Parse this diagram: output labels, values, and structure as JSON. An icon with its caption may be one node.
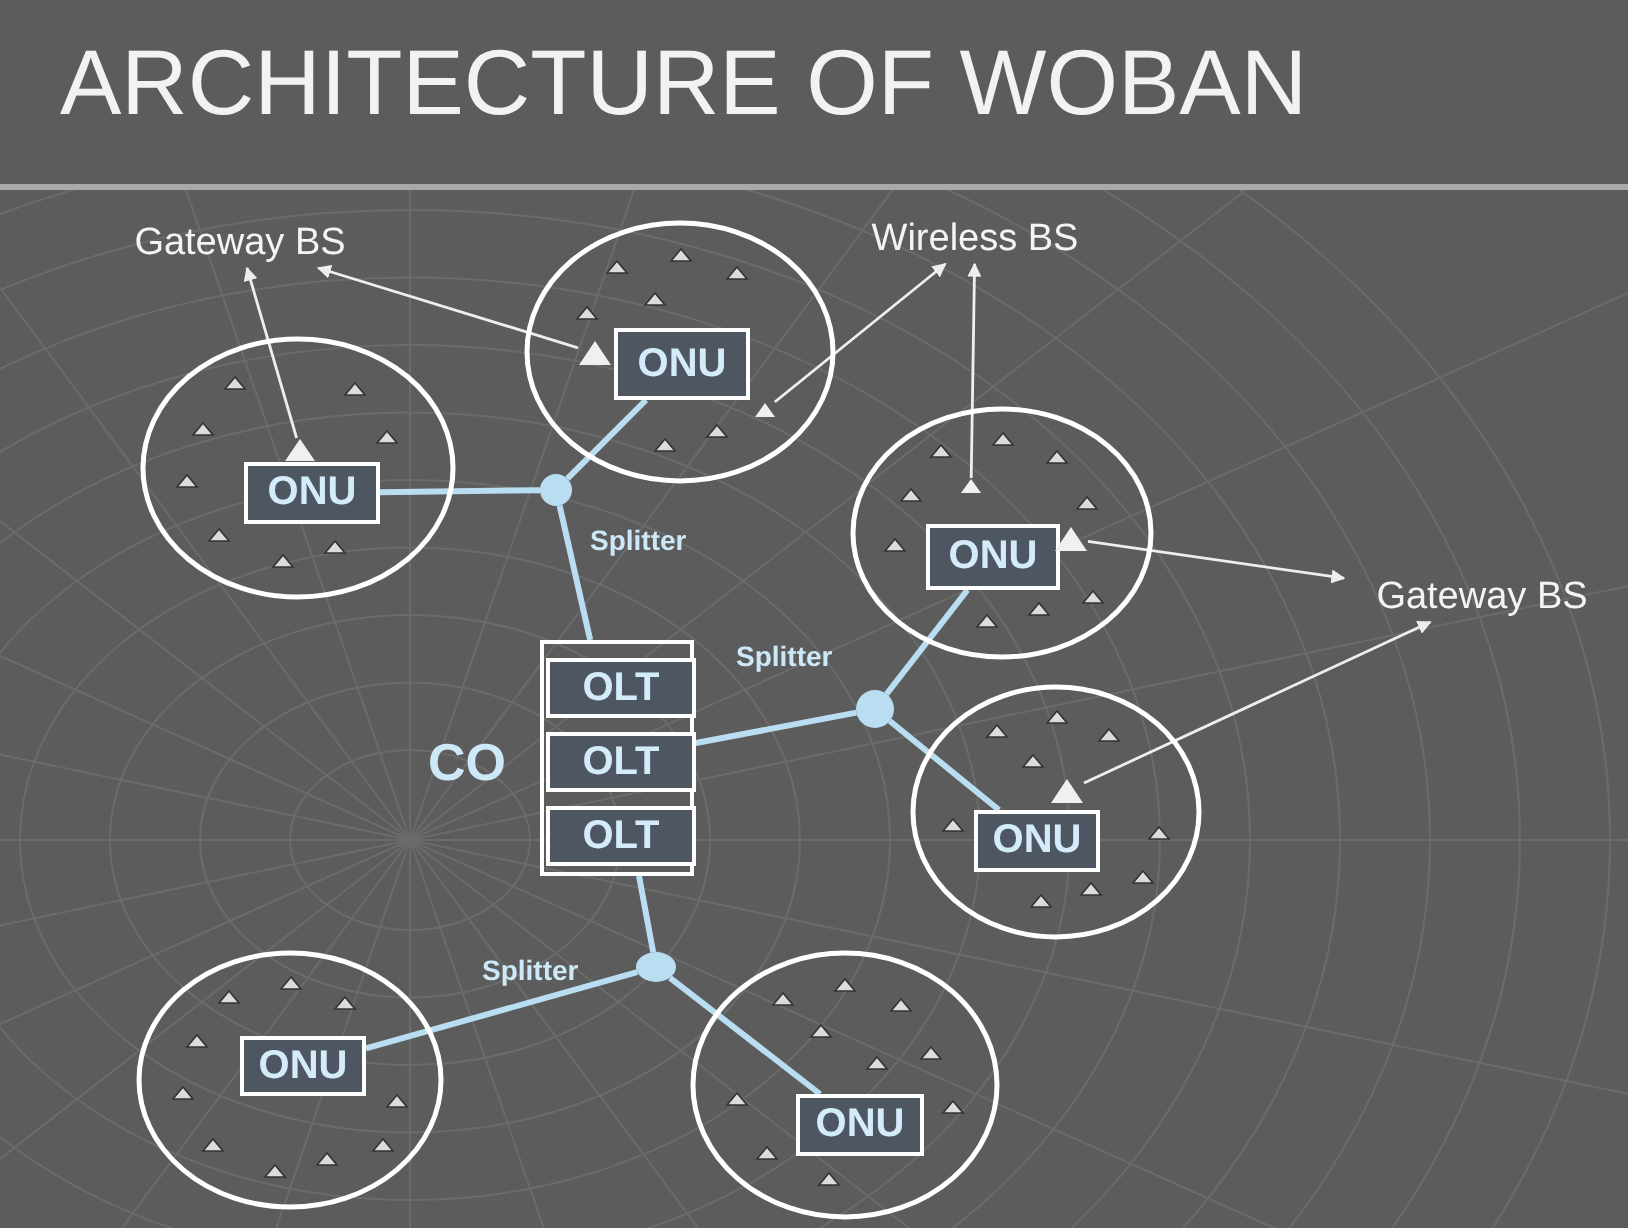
{
  "diagram": {
    "title": "ARCHITECTURE OF WOBAN",
    "nodes": [
      {
        "text": [
          "Gateway BS"
        ]
      },
      {
        "text": [
          "Wireless BS"
        ]
      },
      {
        "text": [
          "Gateway BS"
        ]
      },
      {
        "text": [],
        "shape": "circle"
      },
      {
        "text": [],
        "shape": "triangle",
        "in": 3
      },
      {
        "text": [
          "ONU"
        ],
        "in": 3
      },
      {
        "text": [],
        "shape": "circle"
      },
      {
        "text": [],
        "shape": "triangle",
        "in": 6
      },
      {
        "text": [
          "ONU"
        ],
        "in": 6
      },
      {
        "text": [],
        "shape": "triangle",
        "in": 6
      },
      {
        "text": [],
        "shape": "circle",
        "beside": [
          "Splitter"
        ]
      },
      {
        "text": [],
        "shape": "circle"
      },
      {
        "text": [],
        "shape": "triangle",
        "in": 11
      },
      {
        "text": [
          "ONU"
        ],
        "in": 11
      },
      {
        "text": [],
        "shape": "triangle",
        "in": 11
      },
      {
        "text": [],
        "shape": "box",
        "beside": [
          "CO"
        ]
      },
      {
        "text": [
          "OLT"
        ],
        "in": 15
      },
      {
        "text": [
          "OLT"
        ],
        "in": 15
      },
      {
        "text": [
          "OLT"
        ],
        "in": 15
      },
      {
        "text": [],
        "shape": "circle",
        "beside": [
          "Splitter"
        ]
      },
      {
        "text": [],
        "shape": "circle"
      },
      {
        "text": [],
        "shape": "triangle",
        "in": 20
      },
      {
        "text": [
          "ONU"
        ],
        "in": 20
      },
      {
        "text": [],
        "shape": "circle",
        "beside": [
          "Splitter"
        ]
      },
      {
        "text": [],
        "shape": "circle"
      },
      {
        "text": [
          "ONU"
        ],
        "in": 24
      },
      {
        "text": [],
        "shape": "circle"
      },
      {
        "text": [
          "ONU"
        ],
        "in": 26
      }
    ],
    "edges": [
      {
        "from": 4,
        "to": 0,
        "arrow": "to",
        "color": "#eeeeee"
      },
      {
        "from": 7,
        "to": 0,
        "arrow": "to",
        "color": "#eeeeee"
      },
      {
        "from": 9,
        "to": 1,
        "arrow": "to",
        "color": "#eeeeee"
      },
      {
        "from": 12,
        "to": 1,
        "arrow": "to",
        "color": "#eeeeee"
      },
      {
        "from": 14,
        "to": 2,
        "arrow": "to",
        "color": "#eeeeee"
      },
      {
        "from": 21,
        "to": 2,
        "arrow": "to",
        "color": "#eeeeee"
      },
      {
        "from": 10,
        "to": 5,
        "arrow": "none"
      },
      {
        "from": 10,
        "to": 8,
        "arrow": "none"
      },
      {
        "from": 15,
        "to": 10,
        "arrow": "none"
      },
      {
        "from": 17,
        "to": 19,
        "arrow": "none"
      },
      {
        "from": 19,
        "to": 13,
        "arrow": "none"
      },
      {
        "from": 19,
        "to": 22,
        "arrow": "none"
      },
      {
        "from": 15,
        "to": 23,
        "arrow": "none"
      },
      {
        "from": 23,
        "to": 25,
        "arrow": "none"
      },
      {
        "from": 23,
        "to": 27,
        "arrow": "none"
      }
    ]
  }
}
